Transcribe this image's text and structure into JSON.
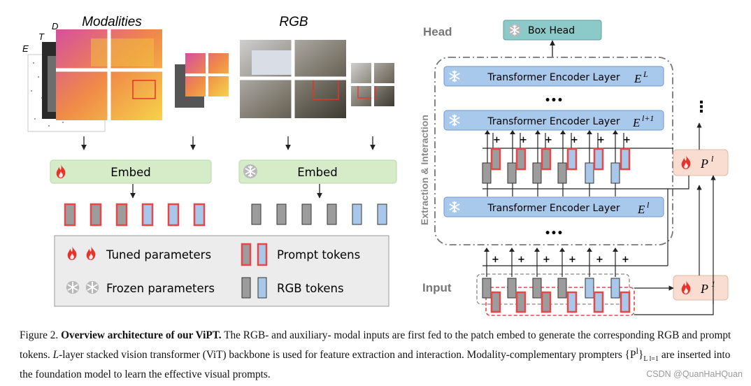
{
  "left_panel": {
    "modalities_title": "Modalities",
    "rgb_title": "RGB",
    "modality_letters": [
      "D",
      "T",
      "E"
    ],
    "embed_tuned_label": "Embed",
    "embed_frozen_label": "Embed"
  },
  "legend": {
    "tuned": "Tuned parameters",
    "frozen": "Frozen parameters",
    "prompt_tokens": "Prompt tokens",
    "rgb_tokens": "RGB tokens"
  },
  "right_panel": {
    "head_label": "Head",
    "box_head_label": "Box Head",
    "encoder_label": "Transformer Encoder Layer",
    "encoder_sym_top": "E",
    "encoder_sup_top": "L",
    "encoder_sym_mid": "E",
    "encoder_sup_mid": "l+1",
    "encoder_sym_low": "E",
    "encoder_sup_low": "l",
    "side_label": "Extraction & Interaction",
    "input_label": "Input",
    "prompter_sym": "P",
    "prompter_sup_l": "l",
    "prompter_sup_1": "1",
    "ellipsis": "•••",
    "vdots": "⋮",
    "plus": "+"
  },
  "caption": {
    "prefix": "Figure 2.",
    "title": "Overview architecture of our ViPT.",
    "body_1": "The RGB- and auxiliary- modal inputs are first fed to the patch embed to generate the corresponding RGB and prompt tokens.",
    "body_2_L": "L",
    "body_2": "-layer stacked vision transformer (ViT) backbone is used for feature extraction and interaction. Modality-complementary prompters",
    "body_3_set": "{P",
    "body_3_sup": "l",
    "body_3_sub": "}",
    "body_3_range": "L l=1",
    "body_3": "are inserted into the foundation model to learn the effective visual prompts."
  },
  "watermark": "CSDN @QuanHaHQuan",
  "colors": {
    "embed_green": "#d6ecc9",
    "encoder_blue": "#a8c8ec",
    "box_head_teal": "#8ccaca",
    "prompter_peach": "#f8ddd0",
    "token_red": "#e8474a",
    "token_gray": "#9c9c9c",
    "token_blue": "#a9c7e9",
    "flame": "#e8322a"
  }
}
